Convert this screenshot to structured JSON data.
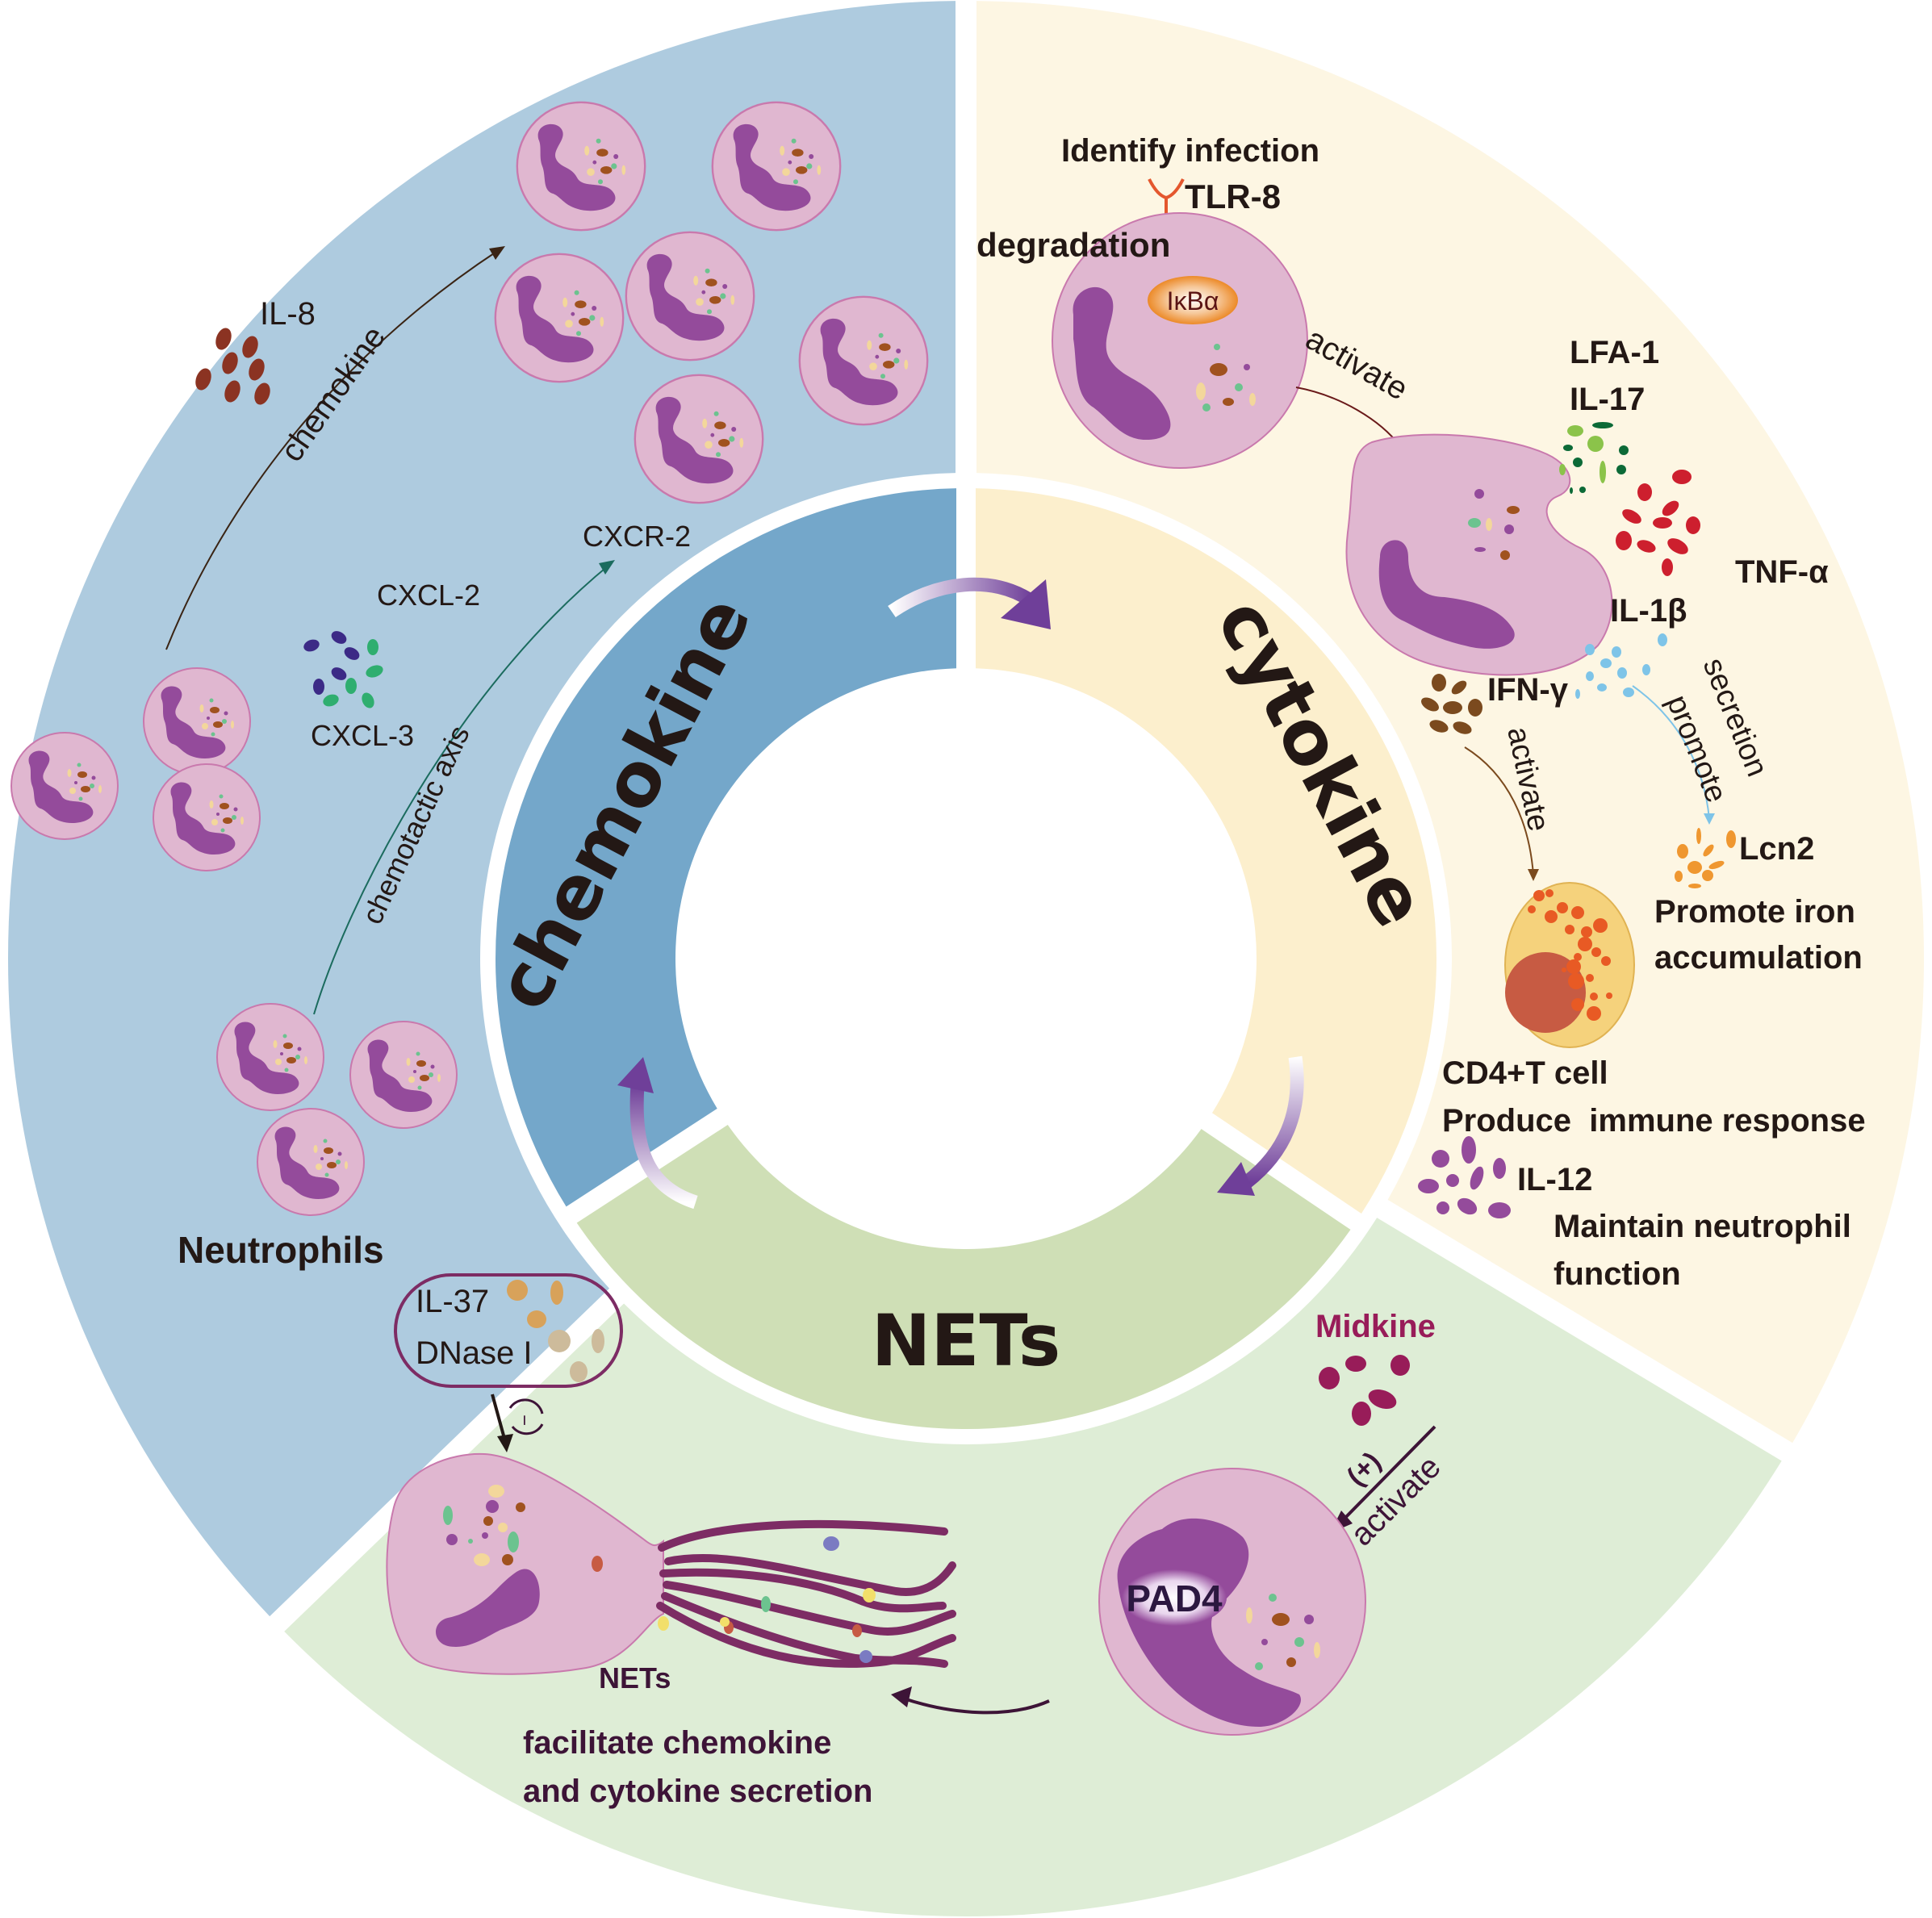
{
  "colors": {
    "outer_chemokine": "#aecbdf",
    "outer_cytokine": "#fdf6e3",
    "outer_nets": "#deedd6",
    "mid_chemokine": "#74a7ca",
    "mid_cytokine": "#fcefcd",
    "mid_nets": "#cfdfb6",
    "cell_body": "#e0b7d0",
    "cell_border": "#c979ad",
    "nucleus": "#944b9b",
    "cycle_arrow": "#6f3f99",
    "il8": "#8b3322",
    "cxcl2": "#3c2a86",
    "cxcl3": "#2fae6f",
    "il17_dark": "#0c6a37",
    "il17_light": "#8bc34a",
    "tnf": "#cd1f2e",
    "il1b": "#7ec4e8",
    "ifng": "#7b4a1e",
    "lcn2": "#ef9730",
    "il12": "#944b9b",
    "midkine": "#981c59",
    "il37": "#d8a25a",
    "dnase": "#cdbb9b",
    "net_fiber": "#7d2c64",
    "tcell_body": "#f5d27c",
    "tcell_nucleus": "#c75b43",
    "tcell_granule": "#e85a24",
    "text_dark": "#231815",
    "text_plum": "#3d1437"
  },
  "center_ring": {
    "chemokine": "chemokine",
    "cytokine": "cytokine",
    "nets": "NETs"
  },
  "chemokine_panel": {
    "il8": "IL-8",
    "chemokine_arrow": "chemokine",
    "cxcr2": "CXCR-2",
    "cxcl2": "CXCL-2",
    "cxcl3": "CXCL-3",
    "axis_arrow": "chemotactic axis",
    "neutrophils": "Neutrophils"
  },
  "cytokine_panel": {
    "identify": "Identify infection",
    "tlr8": "TLR-8",
    "degradation": "degradation",
    "ikba": "IκBα",
    "activate1": "activate",
    "lfa1": "LFA-1",
    "il17": "IL-17",
    "tnfa": "TNF-α",
    "il1b": "IL-1β",
    "ifng": "IFN-γ",
    "activate2": "activate",
    "secretion": "secretion",
    "promote": "promote",
    "lcn2": "Lcn2",
    "iron1": "Promote iron",
    "iron2": "accumulation",
    "cd4": "CD4+T cell",
    "immune": "Produce  immune response",
    "il12": "IL-12",
    "maintain1": "Maintain neutrophil",
    "maintain2": "function"
  },
  "nets_panel": {
    "il37": "IL-37",
    "dnase": "DNase I",
    "minus": "−",
    "midkine": "Midkine",
    "plus": "(+)",
    "activate": "activate",
    "pad4": "PAD4",
    "nets": "NETs",
    "facilitate1": "facilitate chemokine",
    "facilitate2": "and cytokine secretion"
  }
}
